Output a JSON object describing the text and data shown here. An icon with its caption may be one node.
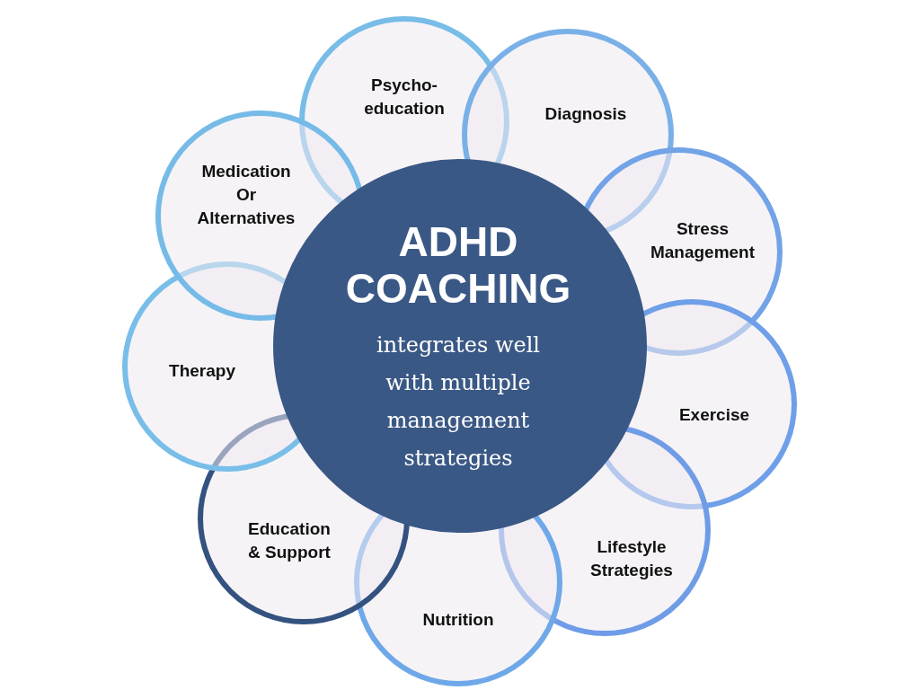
{
  "diagram": {
    "nodes": [
      {
        "text": [
          "ADHD COACHING",
          "integrates well with multiple management strategies"
        ]
      },
      {
        "text": [
          "Psycho-education"
        ]
      },
      {
        "text": [
          "Diagnosis"
        ]
      },
      {
        "text": [
          "Medication Or Alternatives"
        ]
      },
      {
        "text": [
          "Stress Management"
        ]
      },
      {
        "text": [
          "Therapy"
        ]
      },
      {
        "text": [
          "Exercise"
        ]
      },
      {
        "text": [
          "Education & Support"
        ]
      },
      {
        "text": [
          "Lifestyle Strategies"
        ]
      },
      {
        "text": [
          "Nutrition"
        ]
      }
    ],
    "edges": []
  }
}
